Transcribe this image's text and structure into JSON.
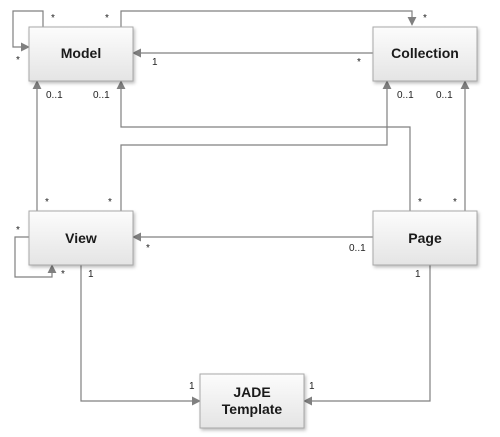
{
  "diagram": {
    "classes": {
      "model": "Model",
      "collection": "Collection",
      "view": "View",
      "page": "Page",
      "jade_line1": "JADE",
      "jade_line2": "Template"
    },
    "multiplicities": {
      "model_self_left": "*",
      "model_self_top": "*",
      "model_to_collection_start": "*",
      "model_to_collection_end": "*",
      "collection_to_model_start": "*",
      "collection_to_model_end": "1",
      "view_to_model": "0..1",
      "view_from_model": "*",
      "page_to_model": "0..1",
      "page_from_model": "*",
      "view_to_collection": "0..1",
      "view_from_collection": "*",
      "page_to_collection": "0..1",
      "page_from_collection": "*",
      "page_to_view_start": "0..1",
      "page_to_view_end": "*",
      "view_self_left": "*",
      "view_self_bottom": "*",
      "view_to_jade_start": "1",
      "view_to_jade_end": "1",
      "page_to_jade_start": "1",
      "page_to_jade_end": "1"
    }
  }
}
